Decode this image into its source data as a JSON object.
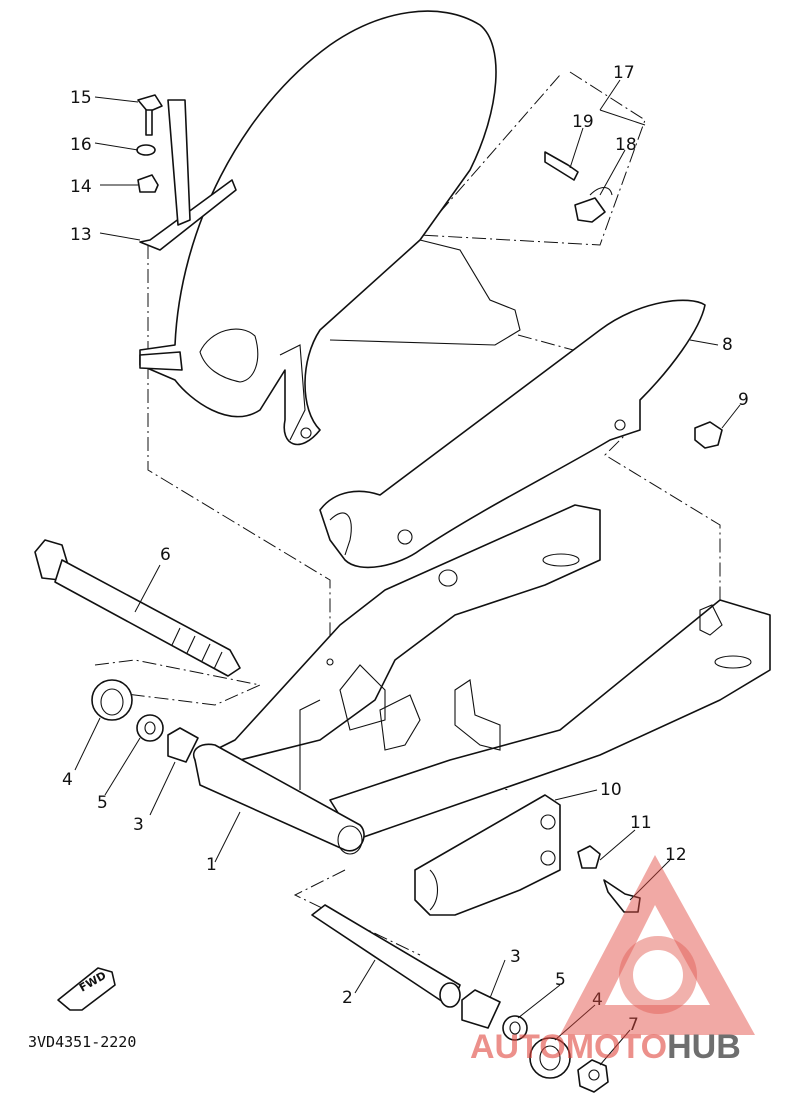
{
  "diagram": {
    "part_code": "3VD4351-2220",
    "fwd_label": "FWD",
    "labels": [
      {
        "id": "1",
        "text": "1"
      },
      {
        "id": "2",
        "text": "2"
      },
      {
        "id": "3a",
        "text": "3"
      },
      {
        "id": "3b",
        "text": "3"
      },
      {
        "id": "4a",
        "text": "4"
      },
      {
        "id": "4b",
        "text": "4"
      },
      {
        "id": "5a",
        "text": "5"
      },
      {
        "id": "5b",
        "text": "5"
      },
      {
        "id": "6",
        "text": "6"
      },
      {
        "id": "7",
        "text": "7"
      },
      {
        "id": "8",
        "text": "8"
      },
      {
        "id": "9",
        "text": "9"
      },
      {
        "id": "10",
        "text": "10"
      },
      {
        "id": "11",
        "text": "11"
      },
      {
        "id": "12",
        "text": "12"
      },
      {
        "id": "13",
        "text": "13"
      },
      {
        "id": "14",
        "text": "14"
      },
      {
        "id": "15",
        "text": "15"
      },
      {
        "id": "16",
        "text": "16"
      },
      {
        "id": "17",
        "text": "17"
      },
      {
        "id": "18",
        "text": "18"
      },
      {
        "id": "19",
        "text": "19"
      }
    ]
  },
  "watermark": {
    "part1": "AUTO",
    "part2": "MOTO",
    "part3": "HUB",
    "color_red": "#e0473e",
    "color_grey": "#555555"
  }
}
